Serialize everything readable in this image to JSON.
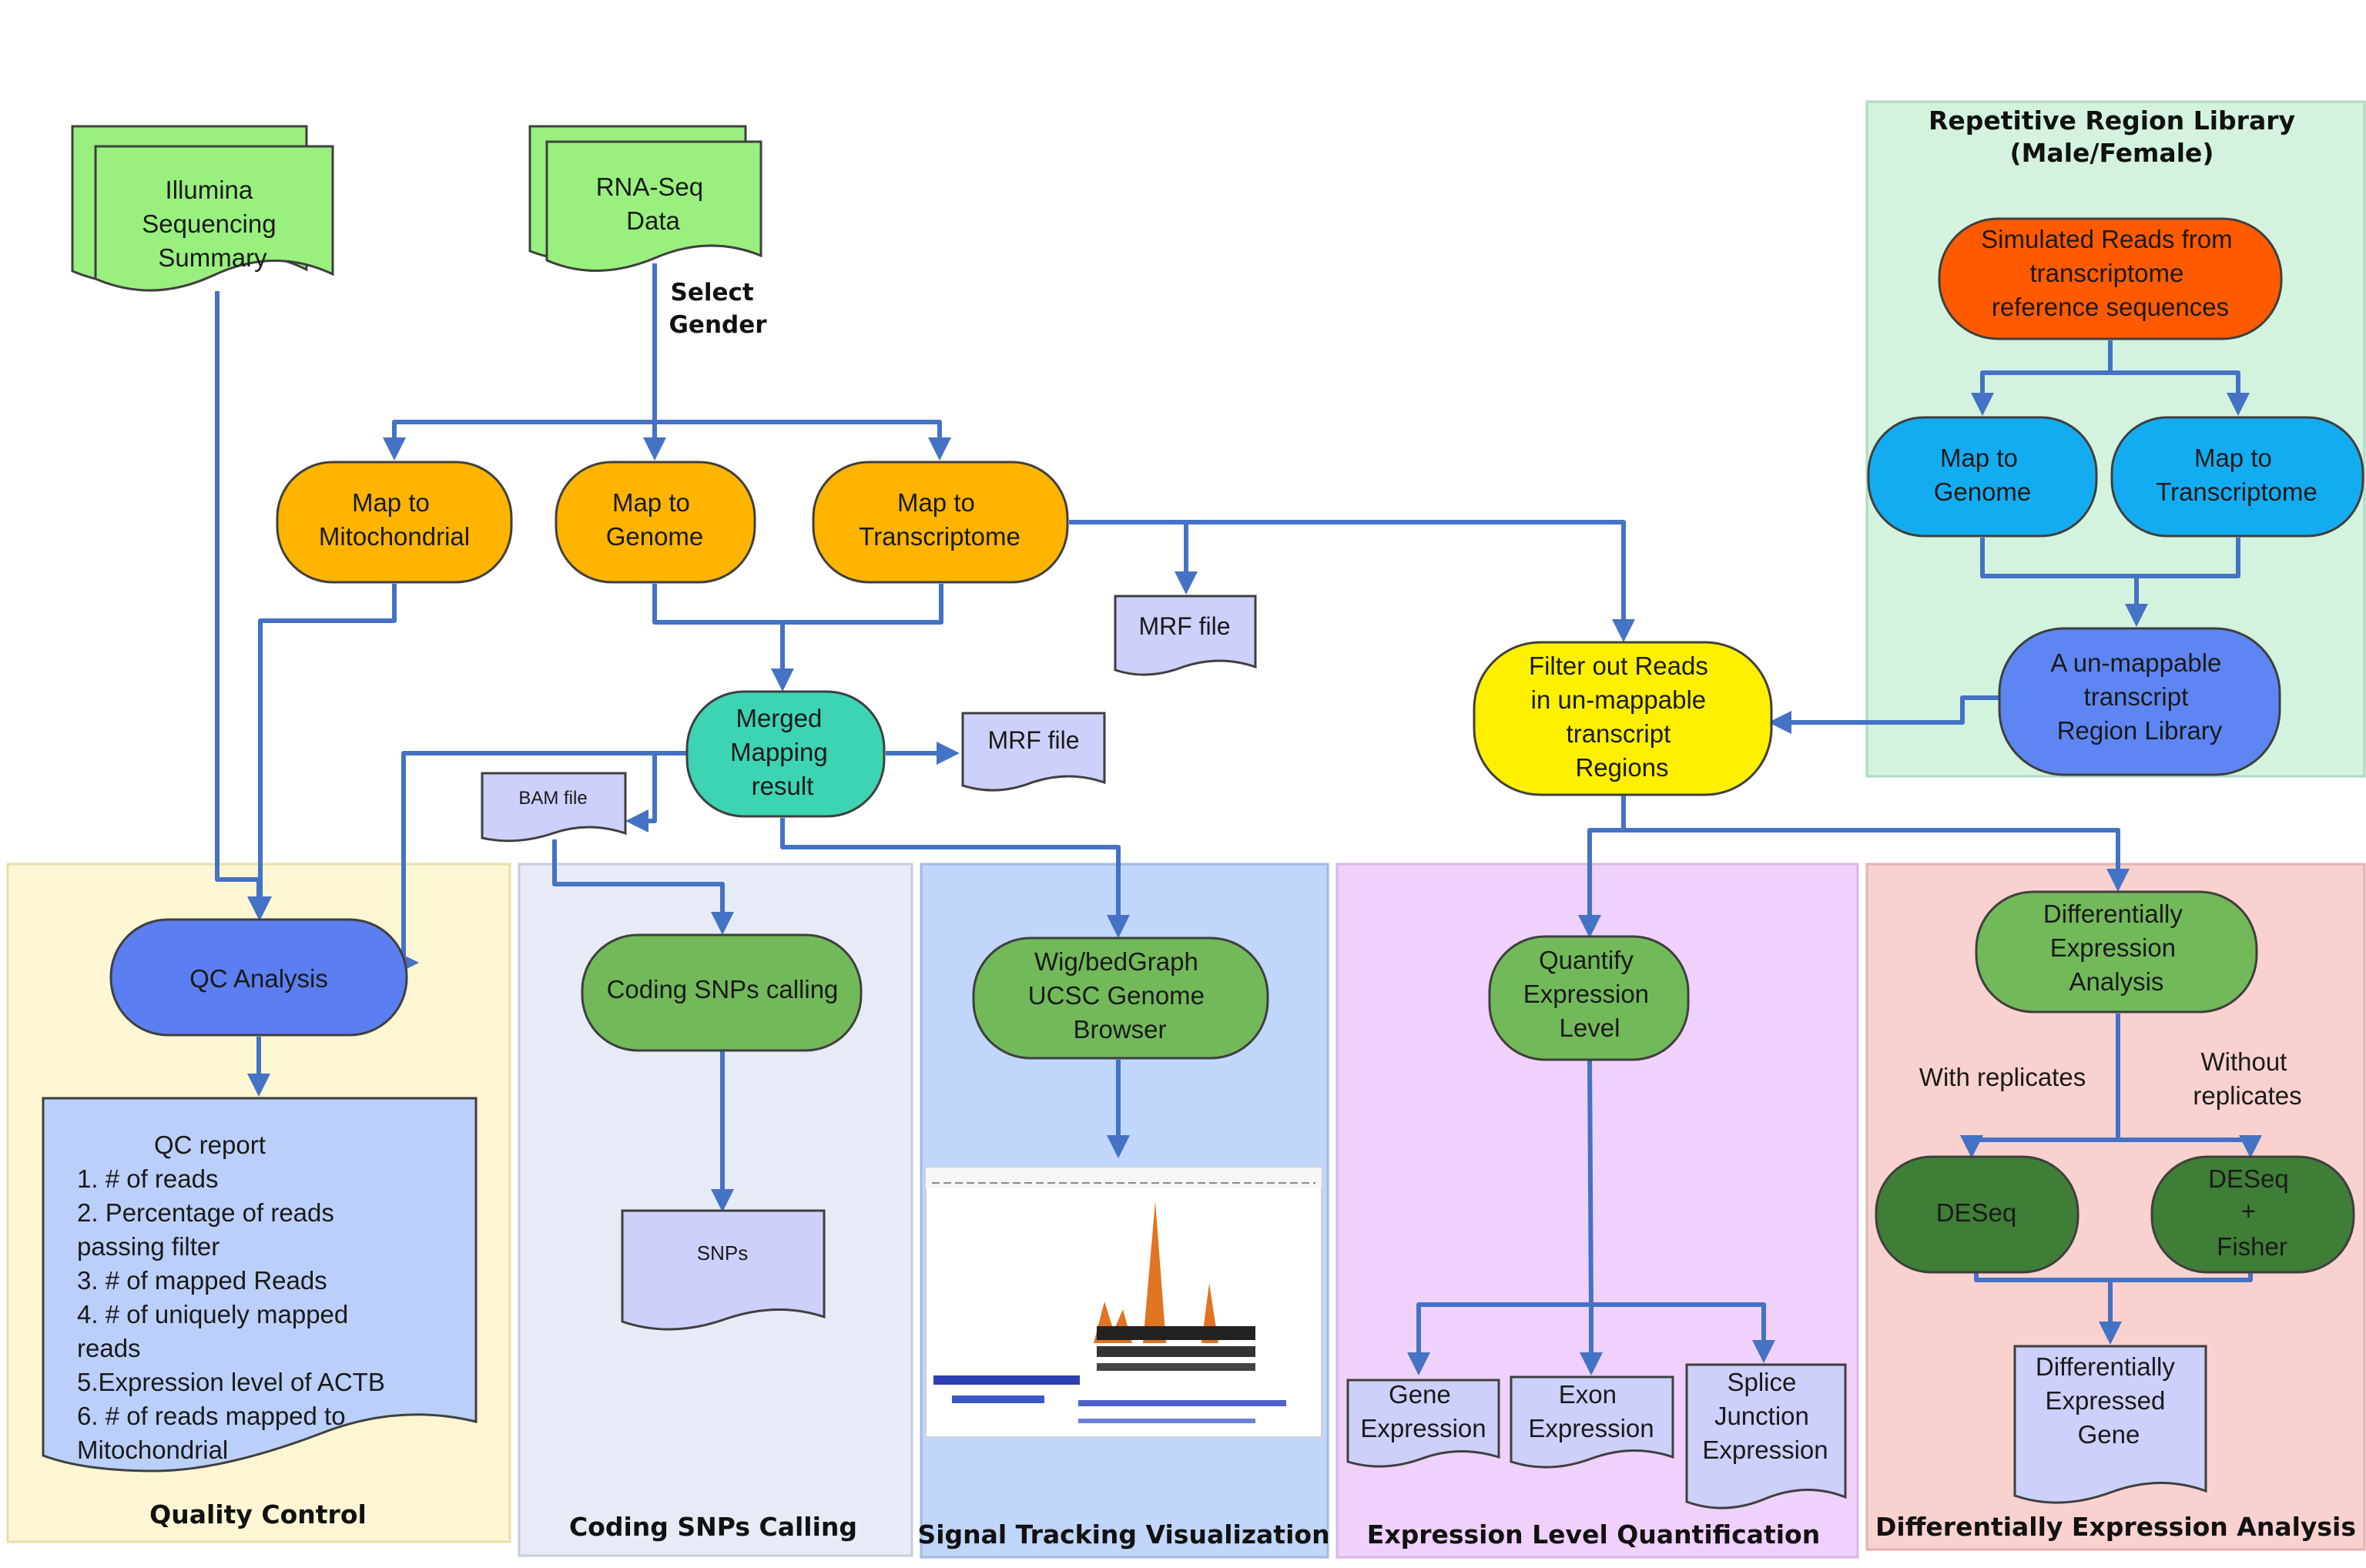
{
  "colors": {
    "edge": "#4472c4",
    "input_doc": "#99f07e",
    "map_node": "#ffb400",
    "merged": "#3dd4b3",
    "file_doc": "#cdd0fa",
    "filter": "#fff000",
    "simulated": "#ff5a00",
    "map_blue": "#14acf0",
    "library": "#5e86f2",
    "green_node": "#72b95a",
    "dark_green": "#3f7e36",
    "qc": "#5b7ff0",
    "report": "#bad0fa",
    "panel_qc": "#fdf6d3",
    "panel_snp": "#e6ebf5",
    "panel_signal": "#c0d6fb",
    "panel_expr": "#efd1fb",
    "panel_de": "#f9d1cf",
    "panel_repeat": "#d3f3df"
  },
  "nodes": {
    "illumina": [
      "Illumina",
      "Sequencing",
      "Summary"
    ],
    "rnaseq": [
      "RNA-Seq",
      "Data"
    ],
    "select_gender": [
      "Select",
      "Gender"
    ],
    "map_mito": [
      "Map to",
      "Mitochondrial"
    ],
    "map_genome": [
      "Map to",
      "Genome"
    ],
    "map_transcriptome": [
      "Map to",
      "Transcriptome"
    ],
    "mrf_file_top": "MRF file",
    "merged": [
      "Merged",
      "Mapping",
      "result"
    ],
    "mrf_file_mid": "MRF file",
    "bam_file": "BAM file",
    "filter_reads": [
      "Filter out Reads",
      "in un-mappable",
      "transcript",
      "Regions"
    ],
    "repeat_title": [
      "Repetitive Region Library",
      "(Male/Female)"
    ],
    "simulated": [
      "Simulated Reads from",
      "transcriptome",
      "reference sequences"
    ],
    "rep_map_genome": [
      "Map to",
      "Genome"
    ],
    "rep_map_transcriptome": [
      "Map to",
      "Transcriptome"
    ],
    "unmappable_lib": [
      "A un-mappable",
      "transcript",
      "Region Library"
    ],
    "qc_analysis": "QC Analysis",
    "qc_report": [
      "QC report",
      "1. # of reads",
      "2. Percentage of reads",
      "passing filter",
      "3. # of mapped Reads",
      "4. # of uniquely mapped",
      "reads",
      "5.Expression level of  ACTB",
      "6. # of reads mapped to",
      "Mitochondrial"
    ],
    "coding_snps": "Coding SNPs calling",
    "snps": "SNPs",
    "wig": [
      "Wig/bedGraph",
      "UCSC Genome",
      "Browser"
    ],
    "quantify": [
      "Quantify",
      "Expression",
      "Level"
    ],
    "gene_expr": [
      "Gene",
      "Expression"
    ],
    "exon_expr": [
      "Exon",
      "Expression"
    ],
    "splice_expr": [
      "Splice",
      "Junction",
      "Expression"
    ],
    "de_analysis": [
      "Differentially",
      "Expression",
      "Analysis"
    ],
    "with_replicates": "With replicates",
    "without_replicates": [
      "Without",
      "replicates"
    ],
    "deseq": "DESeq",
    "deseq_fisher": [
      "DESeq",
      "+",
      "Fisher"
    ],
    "de_gene": [
      "Differentially",
      "Expressed",
      "Gene"
    ]
  },
  "panels": {
    "quality_control": "Quality Control",
    "coding_snps_calling": "Coding SNPs Calling",
    "signal_tracking": "Signal Tracking Visualization",
    "expression_quant": "Expression Level Quantification",
    "de_analysis": "Differentially Expression Analysis"
  }
}
